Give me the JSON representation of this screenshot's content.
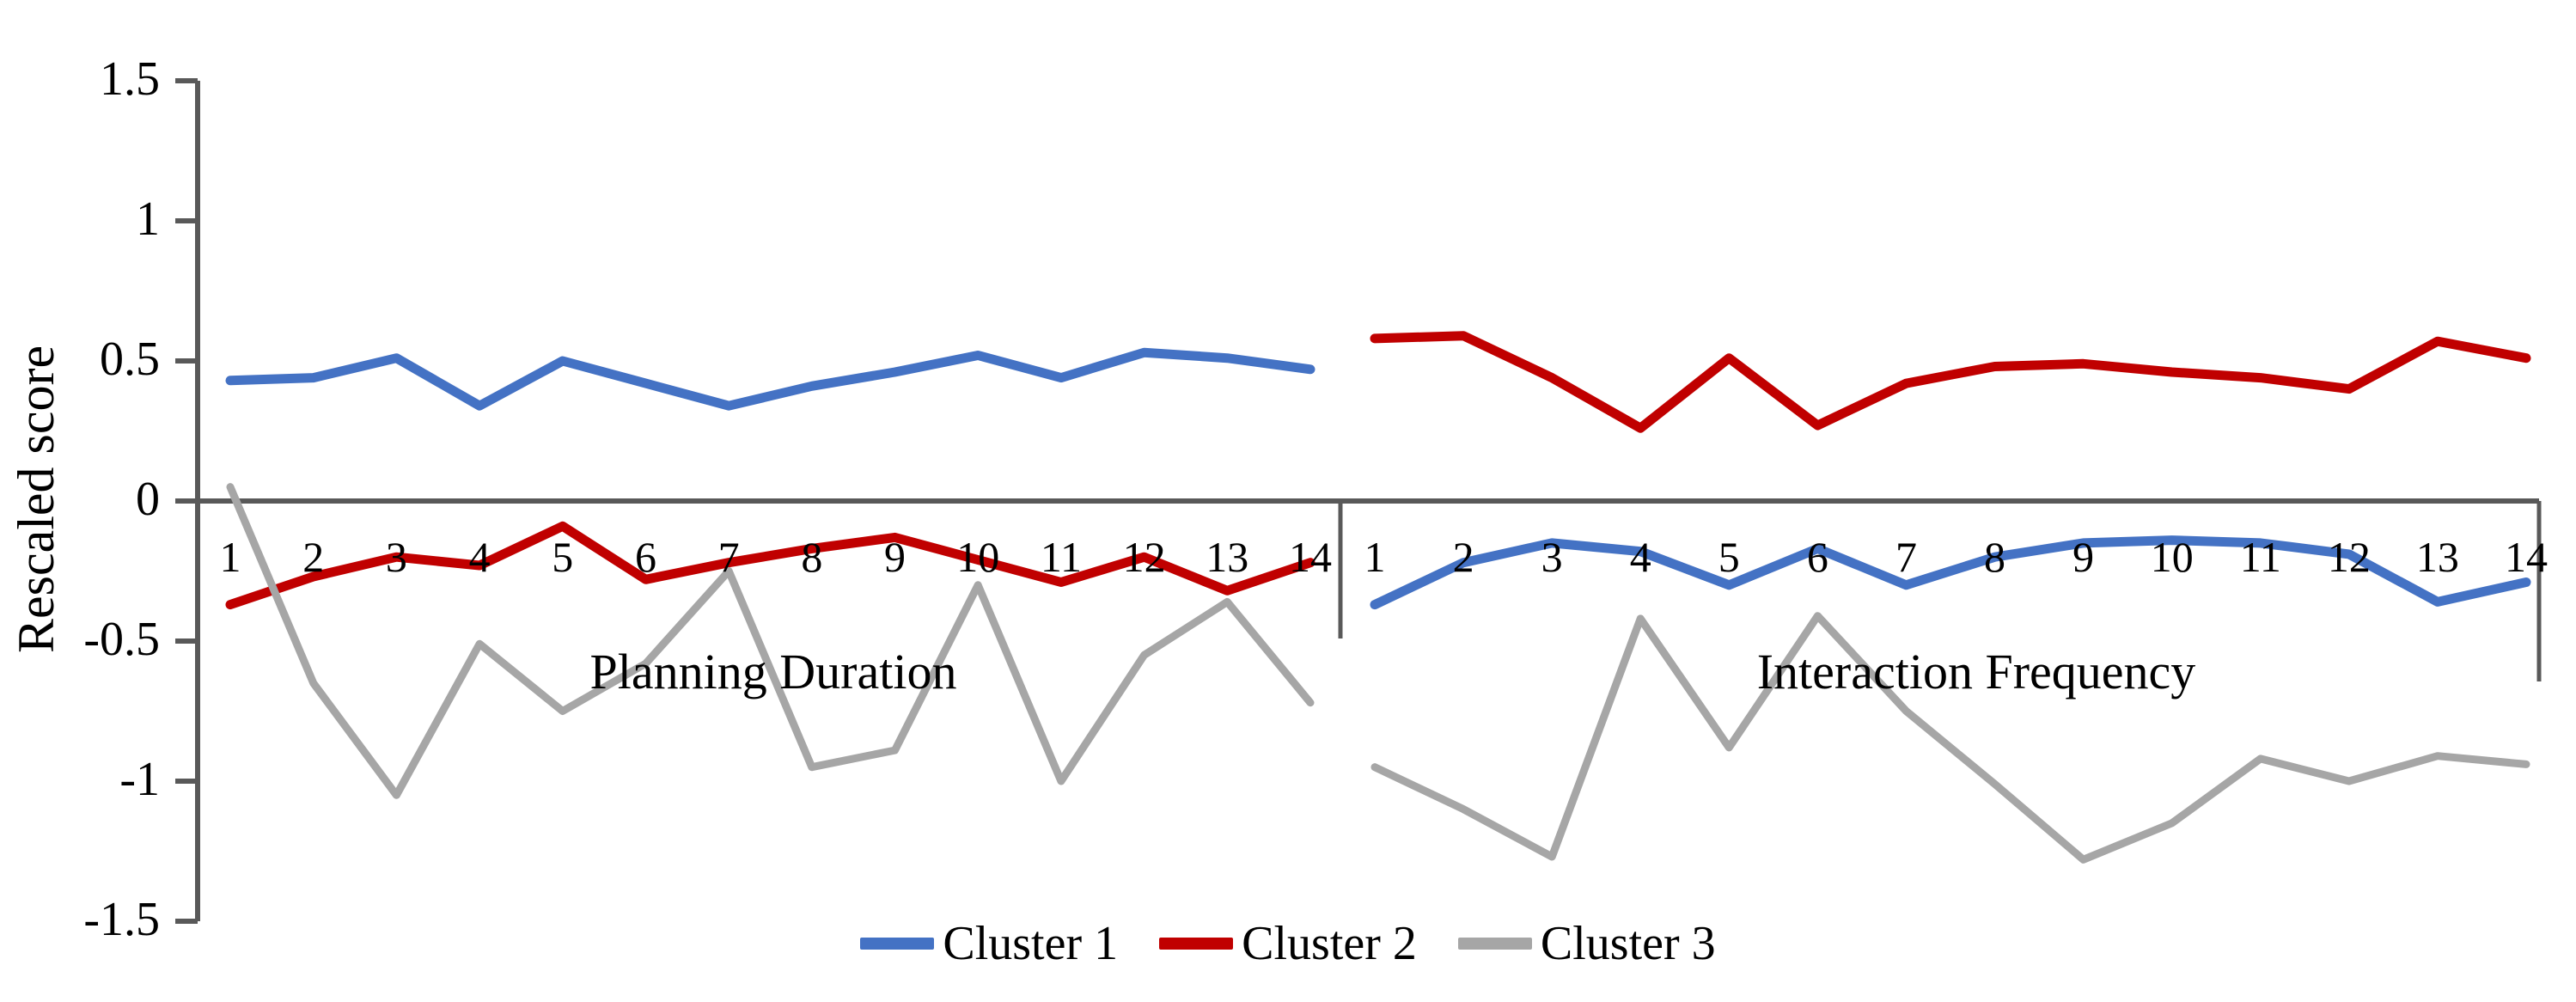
{
  "chart_data": {
    "type": "line",
    "title": "",
    "xlabel": "",
    "ylabel": "Rescaled score",
    "ylim": [
      -1.5,
      1.5
    ],
    "ytick_labels": [
      "1.5",
      "1",
      "0.5",
      "0",
      "-0.5",
      "-1",
      "-1.5"
    ],
    "ytick_values": [
      1.5,
      1,
      0.5,
      0,
      -0.5,
      -1,
      -1.5
    ],
    "grid": false,
    "legend_position": "bottom",
    "panels": [
      {
        "name": "Planning Duration",
        "categories": [
          "1",
          "2",
          "3",
          "4",
          "5",
          "6",
          "7",
          "8",
          "9",
          "10",
          "11",
          "12",
          "13",
          "14"
        ],
        "series": [
          {
            "name": "Cluster 1",
            "color": "#4472C4",
            "values": [
              0.43,
              0.44,
              0.51,
              0.34,
              0.5,
              0.42,
              0.34,
              0.41,
              0.46,
              0.52,
              0.44,
              0.53,
              0.51,
              0.47
            ]
          },
          {
            "name": "Cluster 2",
            "color": "#C00000",
            "values": [
              -0.37,
              -0.27,
              -0.2,
              -0.23,
              -0.09,
              -0.28,
              -0.22,
              -0.17,
              -0.13,
              -0.21,
              -0.29,
              -0.2,
              -0.32,
              -0.22
            ]
          },
          {
            "name": "Cluster 3",
            "color": "#A6A6A6",
            "values": [
              0.05,
              -0.65,
              -1.05,
              -0.51,
              -0.75,
              -0.58,
              -0.25,
              -0.95,
              -0.89,
              -0.3,
              -1.0,
              -0.55,
              -0.36,
              -0.72
            ]
          }
        ]
      },
      {
        "name": "Interaction Frequency",
        "categories": [
          "1",
          "2",
          "3",
          "4",
          "5",
          "6",
          "7",
          "8",
          "9",
          "10",
          "11",
          "12",
          "13",
          "14"
        ],
        "series": [
          {
            "name": "Cluster 1",
            "color": "#4472C4",
            "values": [
              -0.37,
              -0.22,
              -0.15,
              -0.18,
              -0.3,
              -0.17,
              -0.3,
              -0.2,
              -0.15,
              -0.14,
              -0.15,
              -0.19,
              -0.36,
              -0.29
            ]
          },
          {
            "name": "Cluster 2",
            "color": "#C00000",
            "values": [
              0.58,
              0.59,
              0.44,
              0.26,
              0.51,
              0.27,
              0.42,
              0.48,
              0.49,
              0.46,
              0.44,
              0.4,
              0.57,
              0.51
            ]
          },
          {
            "name": "Cluster 3",
            "color": "#A6A6A6",
            "values": [
              -0.95,
              -1.1,
              -1.27,
              -0.42,
              -0.88,
              -0.41,
              -0.75,
              -1.01,
              -1.28,
              -1.15,
              -0.92,
              -1.0,
              -0.91,
              -0.94
            ]
          }
        ]
      }
    ],
    "legend": [
      {
        "label": "Cluster 1",
        "color": "#4472C4"
      },
      {
        "label": "Cluster 2",
        "color": "#C00000"
      },
      {
        "label": "Cluster 3",
        "color": "#A6A6A6"
      }
    ],
    "colors": {
      "cluster1": "#4472C4",
      "cluster2": "#C00000",
      "cluster3": "#A6A6A6",
      "axis": "#595959",
      "zero_line": "#595959",
      "text": "#000000"
    }
  }
}
